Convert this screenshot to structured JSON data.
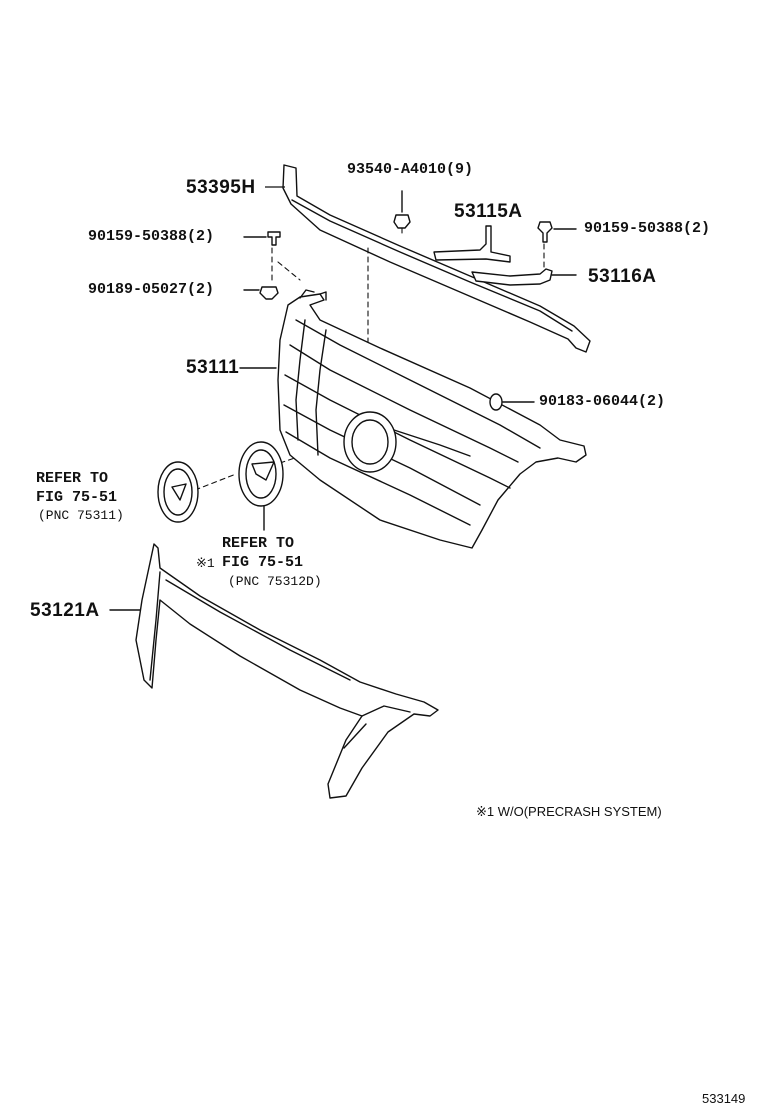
{
  "parts": {
    "p53395h": "53395H",
    "p93540": "93540-A4010(9)",
    "p90159_left": "90159-50388(2)",
    "p53115a": "53115A",
    "p90159_right": "90159-50388(2)",
    "p90189": "90189-05027(2)",
    "p53116a": "53116A",
    "p53111": "53111",
    "p90183": "90183-06044(2)",
    "p53121a": "53121A"
  },
  "refer_left": {
    "line1": "REFER TO",
    "line2": "FIG 75-51",
    "line3": "(PNC 75311)"
  },
  "refer_center": {
    "line1": "REFER TO",
    "mark": "※1",
    "line2": "FIG 75-51",
    "line3": "(PNC 75312D)"
  },
  "footnote": "※1 W/O(PRECRASH SYSTEM)",
  "diagram_id": "533149"
}
